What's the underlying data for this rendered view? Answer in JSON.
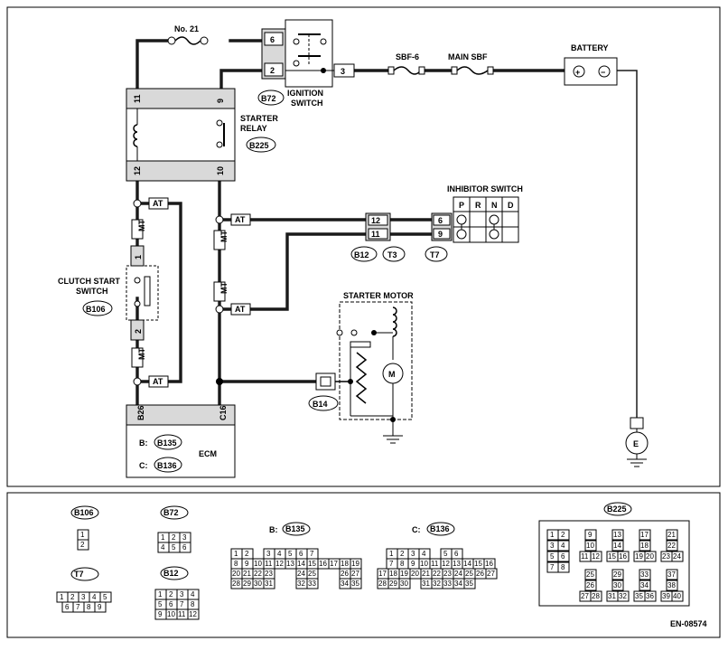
{
  "labels": {
    "fuse_no21": "No. 21",
    "battery": "BATTERY",
    "sbf6": "SBF-6",
    "main_sbf": "MAIN SBF",
    "b72": "B72",
    "ignition_switch_1": "IGNITION",
    "ignition_switch_2": "SWITCH",
    "starter_relay_1": "STARTER",
    "starter_relay_2": "RELAY",
    "b225": "B225",
    "inhibitor_switch": "INHIBITOR SWITCH",
    "clutch_1": "CLUTCH START",
    "clutch_2": "SWITCH",
    "b106": "B106",
    "starter_motor": "STARTER MOTOR",
    "motor_m": "M",
    "b14": "B14",
    "b12": "B12",
    "t3": "T3",
    "t7": "T7",
    "ecm": "ECM",
    "b_prefix": "B:",
    "c_prefix": "C:",
    "b135": "B135",
    "b136": "B136",
    "ground_e": "E",
    "plus": "+",
    "minus": "−",
    "at": "AT",
    "mt": "MT",
    "doc_id": "EN-08574"
  },
  "pins": {
    "ign_6": "6",
    "ign_2": "2",
    "ign_3": "3",
    "relay_11": "11",
    "relay_9": "9",
    "relay_12": "12",
    "relay_10": "10",
    "clutch_1": "1",
    "clutch_2": "2",
    "t3_12": "12",
    "t3_11": "11",
    "t7_6": "6",
    "t7_9": "9",
    "ecm_b26": "B26",
    "ecm_c16": "C16"
  },
  "inhibitor_positions": [
    "P",
    "R",
    "N",
    "D"
  ],
  "connectors": {
    "b106": {
      "label": "B106",
      "rows": [
        [
          "1"
        ],
        [
          "2"
        ]
      ]
    },
    "b72": {
      "label": "B72",
      "rows": [
        [
          "1",
          "2",
          "3"
        ],
        [
          "4",
          "5",
          "6"
        ]
      ]
    },
    "t7": {
      "label": "T7",
      "rows": [
        [
          "1",
          "2",
          "3",
          "4",
          "5"
        ],
        [
          "6",
          "7",
          "8",
          "9"
        ]
      ]
    },
    "b12": {
      "label": "B12",
      "rows": [
        [
          "1",
          "2",
          "3",
          "4"
        ],
        [
          "5",
          "6",
          "7",
          "8"
        ],
        [
          "9",
          "10",
          "11",
          "12"
        ]
      ]
    },
    "b135": {
      "label": "B135",
      "prefix": "B:",
      "rows": [
        [
          "1",
          "2",
          "",
          "3",
          "4",
          "5",
          "6",
          "7"
        ],
        [
          "8",
          "9",
          "10",
          "11",
          "12",
          "13",
          "14",
          "15",
          "16",
          "17",
          "18",
          "19"
        ],
        [
          "20",
          "21",
          "22",
          "23",
          "",
          "",
          "24",
          "25",
          "",
          "",
          "26",
          "27"
        ],
        [
          "28",
          "29",
          "30",
          "31",
          "",
          "",
          "32",
          "33",
          "",
          "",
          "34",
          "35"
        ]
      ]
    },
    "b136": {
      "label": "B136",
      "prefix": "C:",
      "rows": [
        [
          "1",
          "2",
          "3",
          "4",
          "",
          "5",
          "6"
        ],
        [
          "7",
          "8",
          "9",
          "10",
          "11",
          "12",
          "13",
          "14",
          "15",
          "16"
        ],
        [
          "17",
          "18",
          "19",
          "20",
          "21",
          "22",
          "23",
          "24",
          "25",
          "26",
          "27"
        ],
        [
          "28",
          "29",
          "30",
          "",
          "31",
          "32",
          "33",
          "34",
          "35"
        ]
      ]
    },
    "b225": {
      "label": "B225",
      "cells": [
        "1",
        "2",
        "3",
        "4",
        "5",
        "6",
        "7",
        "8",
        "9",
        "10",
        "11",
        "12",
        "13",
        "14",
        "15",
        "16",
        "17",
        "18",
        "19",
        "20",
        "21",
        "22",
        "23",
        "24",
        "25",
        "26",
        "27",
        "28",
        "29",
        "30",
        "31",
        "32",
        "33",
        "34",
        "35",
        "36",
        "37",
        "38",
        "39",
        "40"
      ]
    }
  }
}
